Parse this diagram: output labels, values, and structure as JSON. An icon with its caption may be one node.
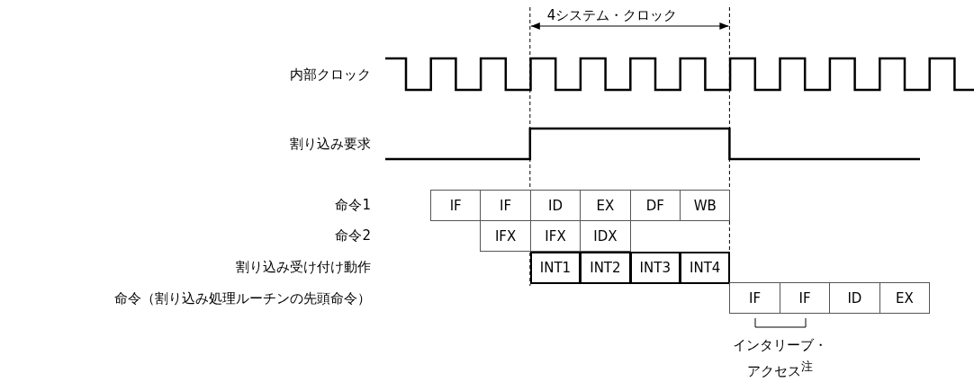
{
  "diagram": {
    "labels": [
      "4システム・クロック",
      "内部クロック",
      "割り込み要求",
      "命令1",
      "IF",
      "IF",
      "ID",
      "EX",
      "DF",
      "WB",
      "命令2",
      "IFX",
      "IFX",
      "IDX",
      "割り込み受け付け動作",
      "INT1",
      "INT2",
      "INT3",
      "INT4",
      "命令（割り込み処理ルーチンの先頭命令）",
      "IF",
      "IF",
      "ID",
      "EX",
      "インタリーブ・アクセス$^{注}$"
    ]
  }
}
